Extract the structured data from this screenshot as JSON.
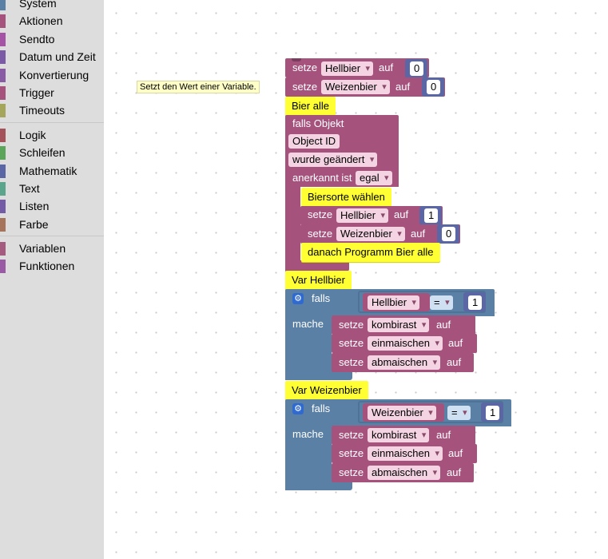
{
  "toolbox": {
    "groups": [
      [
        {
          "label": "System",
          "color": "#5b80a5"
        },
        {
          "label": "Aktionen",
          "color": "#a5537d"
        },
        {
          "label": "Sendto",
          "color": "#a553a5"
        },
        {
          "label": "Datum und Zeit",
          "color": "#7b5ba5"
        },
        {
          "label": "Konvertierung",
          "color": "#8a5ba5"
        },
        {
          "label": "Trigger",
          "color": "#a5537d"
        },
        {
          "label": "Timeouts",
          "color": "#a5a55b"
        }
      ],
      [
        {
          "label": "Logik",
          "color": "#a5535b"
        },
        {
          "label": "Schleifen",
          "color": "#5ba55b"
        },
        {
          "label": "Mathematik",
          "color": "#5b67a5"
        },
        {
          "label": "Text",
          "color": "#5ba58c"
        },
        {
          "label": "Listen",
          "color": "#745ba5"
        },
        {
          "label": "Farbe",
          "color": "#a5745b"
        }
      ],
      [
        {
          "label": "Variablen",
          "color": "#a55b80"
        },
        {
          "label": "Funktionen",
          "color": "#9a5ba5"
        }
      ]
    ]
  },
  "tooltip": "Setzt den Wert einer Variable.",
  "blocks": {
    "set": "setze",
    "to": "auf",
    "var_hellbier": "Hellbier",
    "var_weizenbier": "Weizenbier",
    "val_zero": "0",
    "val_one": "1",
    "comment_bier_alle": "Bier alle",
    "trigger_on": "falls Objekt",
    "object_id": "Object ID",
    "changed": "wurde geändert",
    "ack_label": "anerkannt ist",
    "ack_value": "egal",
    "comment_biersorte": "Biersorte wählen",
    "comment_danach": "danach Programm Bier alle",
    "comment_var_hellbier": "Var Hellbier",
    "comment_var_weizenbier": "Var Weizenbier",
    "if_label": "falls",
    "do_label": "mache",
    "op_eq": "=",
    "var_kombirast": "kombirast",
    "var_einmaischen": "einmaischen",
    "var_abmaischen": "abmaischen"
  }
}
